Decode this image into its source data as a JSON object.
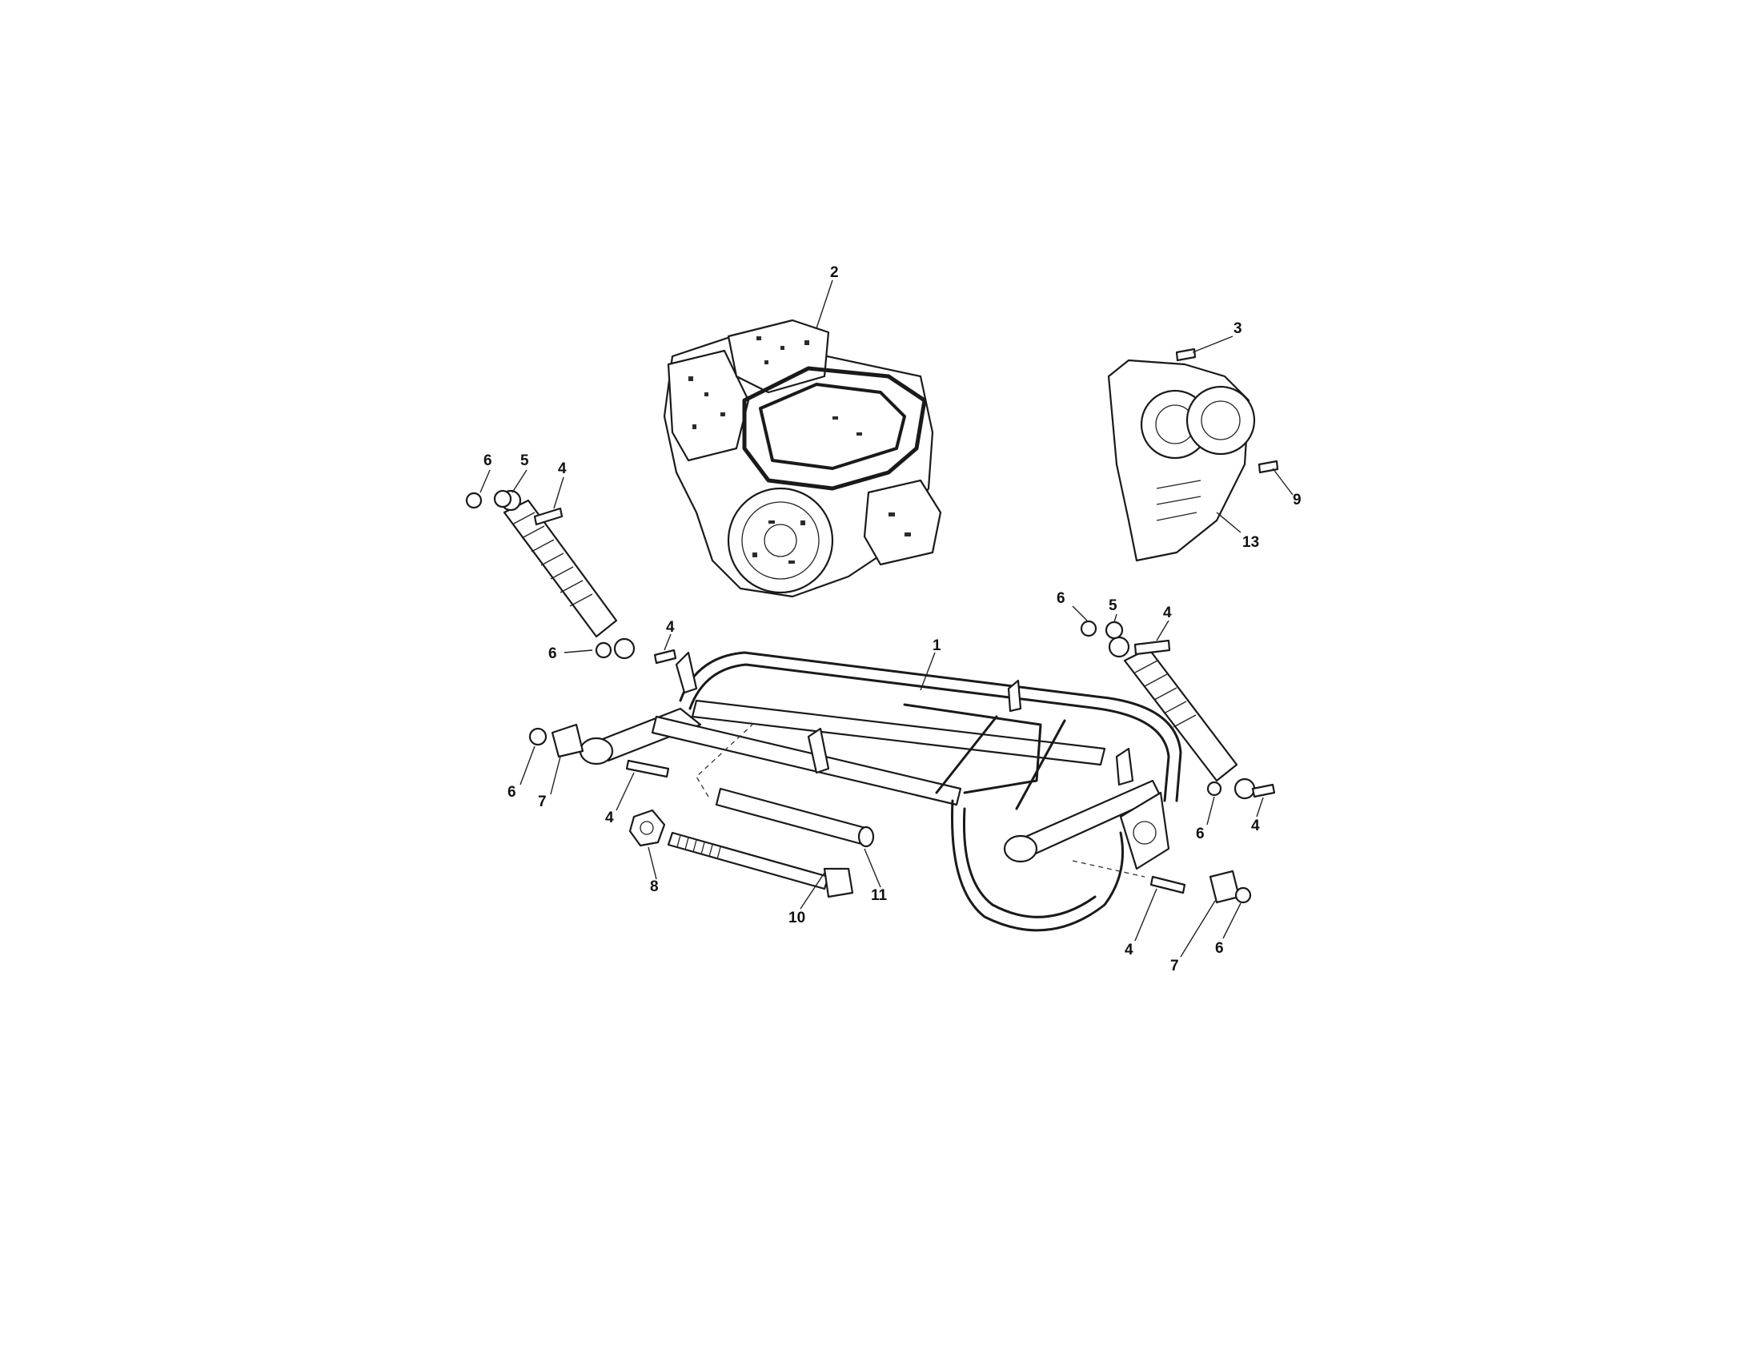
{
  "callouts": {
    "c1": "1",
    "c2": "2",
    "c3": "3",
    "c4": "4",
    "c5": "5",
    "c6": "6",
    "c7": "7",
    "c8": "8",
    "c9": "9",
    "c10": "10",
    "c11": "11",
    "c13": "13"
  },
  "colors": {
    "background": "#ffffff",
    "line": "#1a1a1a"
  }
}
